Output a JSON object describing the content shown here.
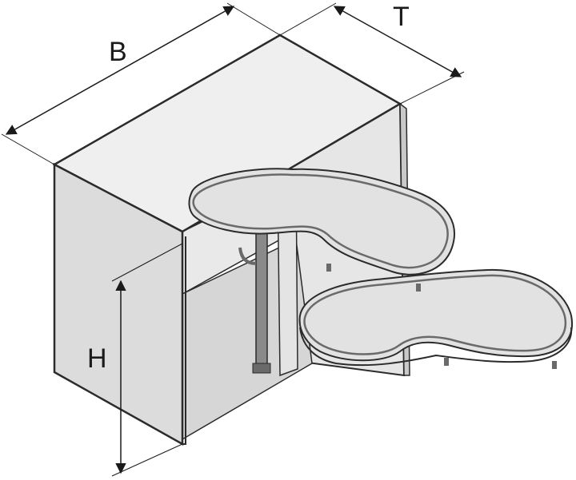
{
  "labels": {
    "width": "B",
    "depth": "T",
    "height": "H"
  },
  "colors": {
    "outline": "#2b2b2b",
    "panel": "#dcdcdc",
    "panel_light": "#ececec",
    "panel_dark": "#c9c9c9",
    "tray": "#e2e2e2",
    "rail": "#6a6a6a",
    "pole": "#8a8a8a"
  }
}
